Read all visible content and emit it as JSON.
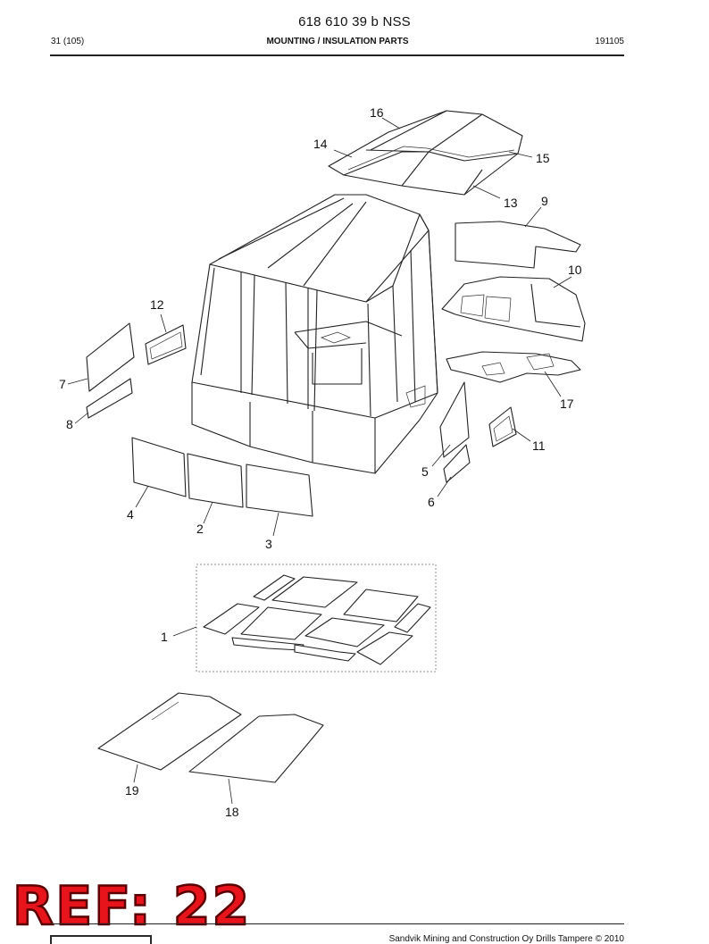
{
  "header": {
    "doc_number": "618 610 39 b NSS",
    "page": "31 (105)",
    "section_title": "MOUNTING / INSULATION PARTS",
    "code": "191105"
  },
  "footer": {
    "copyright": "Sandvik Mining and Construction Oy Drills Tampere © 2010"
  },
  "ref_badge": "REF: 22",
  "callouts": {
    "c1": "1",
    "c2": "2",
    "c3": "3",
    "c4": "4",
    "c5": "5",
    "c6": "6",
    "c7": "7",
    "c8": "8",
    "c9": "9",
    "c10": "10",
    "c11": "11",
    "c12": "12",
    "c13": "13",
    "c14": "14",
    "c15": "15",
    "c16": "16",
    "c17": "17",
    "c18": "18",
    "c19": "19"
  }
}
